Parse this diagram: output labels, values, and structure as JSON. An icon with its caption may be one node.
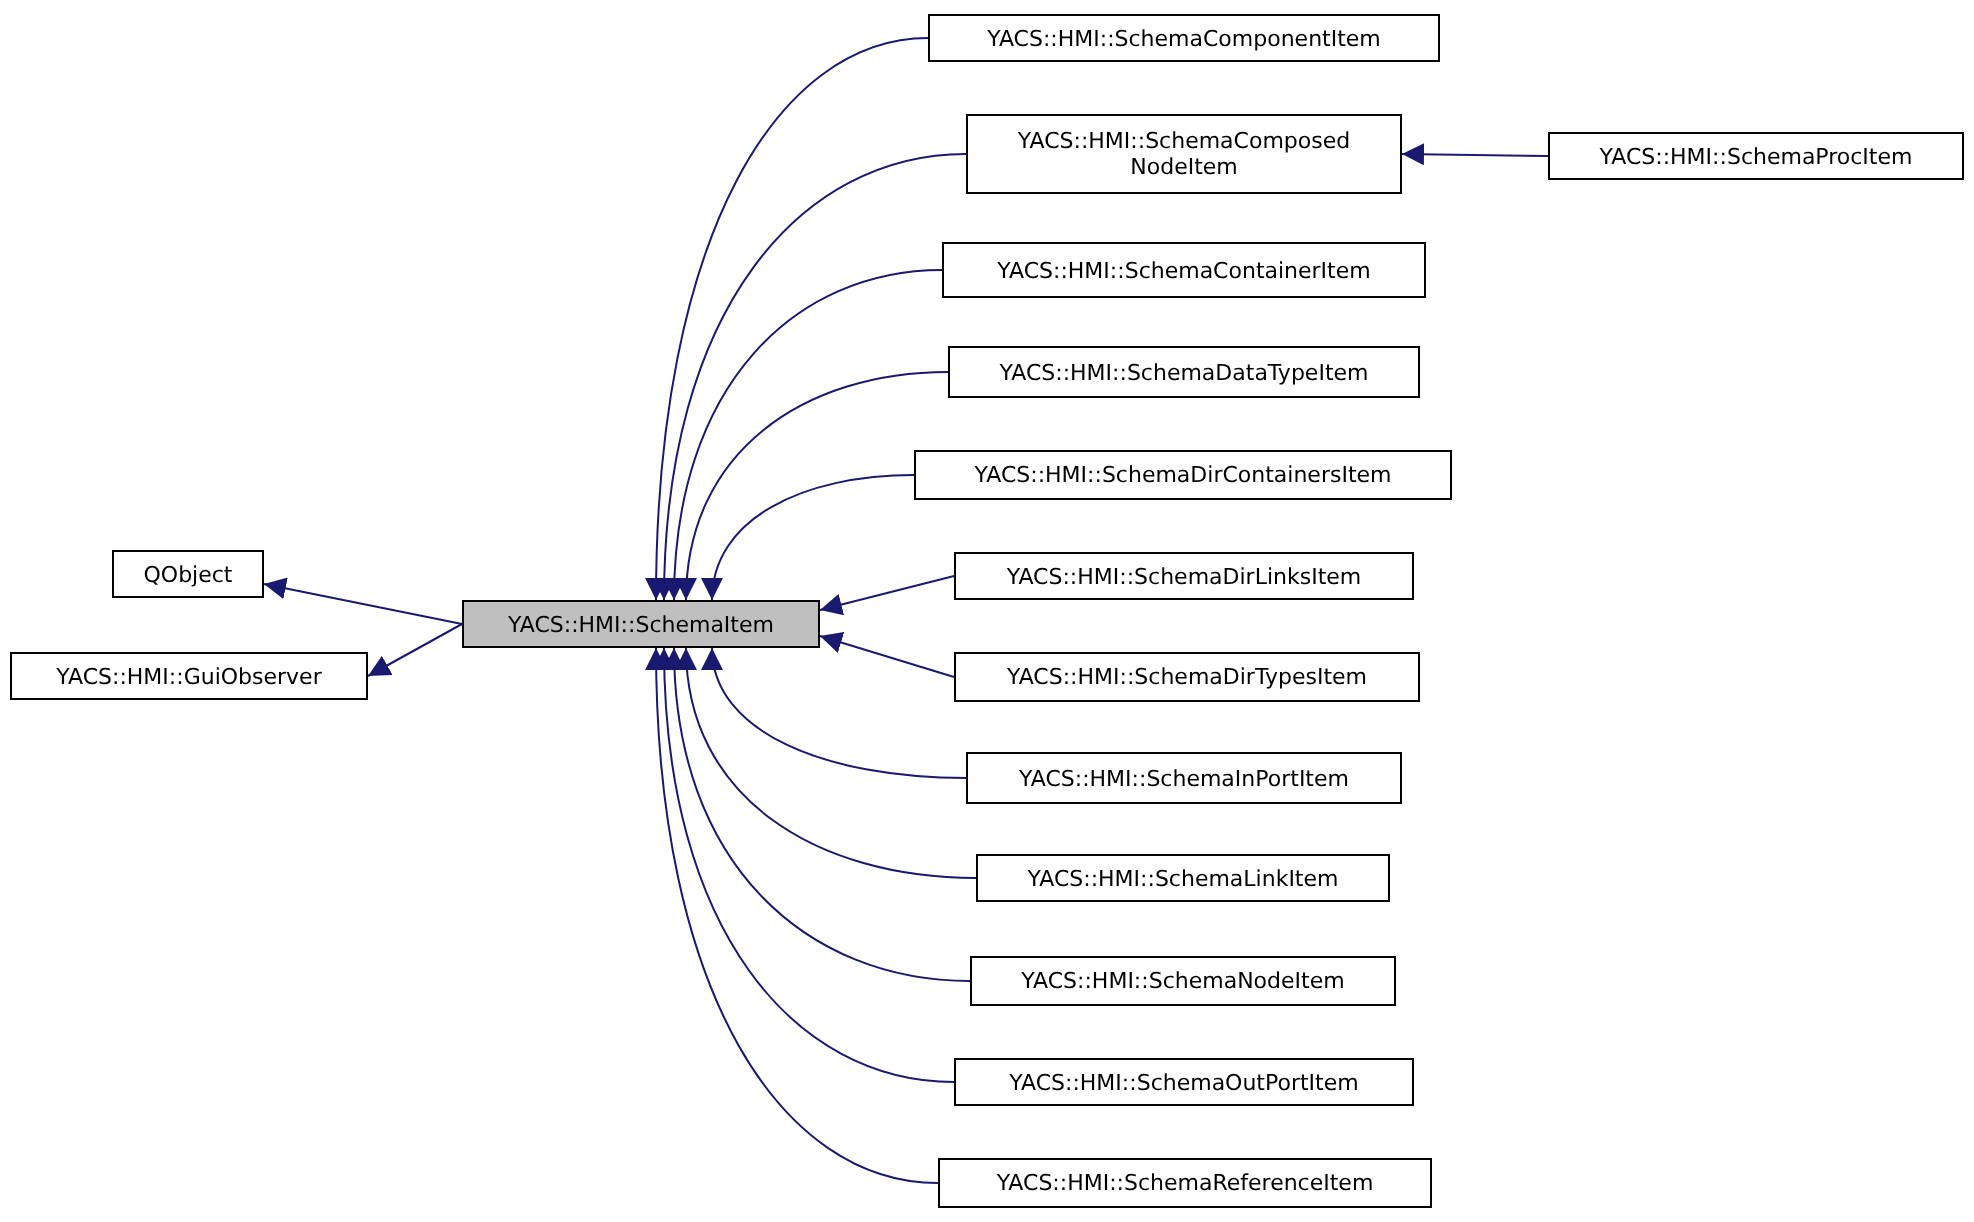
{
  "diagram": {
    "nodes": [
      {
        "text": [
          "QObject"
        ]
      },
      {
        "text": [
          "YACS::HMI::GuiObserver"
        ]
      },
      {
        "text": [
          "YACS::HMI::SchemaItem"
        ]
      },
      {
        "text": [
          "YACS::HMI::SchemaComponentItem"
        ]
      },
      {
        "text": [
          "YACS::HMI::SchemaComposed NodeItem"
        ]
      },
      {
        "text": [
          "YACS::HMI::SchemaProcItem"
        ]
      },
      {
        "text": [
          "YACS::HMI::SchemaContainerItem"
        ]
      },
      {
        "text": [
          "YACS::HMI::SchemaDataTypeItem"
        ]
      },
      {
        "text": [
          "YACS::HMI::SchemaDirContainersItem"
        ]
      },
      {
        "text": [
          "YACS::HMI::SchemaDirLinksItem"
        ]
      },
      {
        "text": [
          "YACS::HMI::SchemaDirTypesItem"
        ]
      },
      {
        "text": [
          "YACS::HMI::SchemaInPortItem"
        ]
      },
      {
        "text": [
          "YACS::HMI::SchemaLinkItem"
        ]
      },
      {
        "text": [
          "YACS::HMI::SchemaNodeItem"
        ]
      },
      {
        "text": [
          "YACS::HMI::SchemaOutPortItem"
        ]
      },
      {
        "text": [
          "YACS::HMI::SchemaReferenceItem"
        ]
      }
    ],
    "edges": [
      {
        "from": 2,
        "to": 0,
        "arrow": "to"
      },
      {
        "from": 2,
        "to": 1,
        "arrow": "to"
      },
      {
        "from": 3,
        "to": 2,
        "arrow": "to"
      },
      {
        "from": 4,
        "to": 2,
        "arrow": "to"
      },
      {
        "from": 5,
        "to": 4,
        "arrow": "to"
      },
      {
        "from": 6,
        "to": 2,
        "arrow": "to"
      },
      {
        "from": 7,
        "to": 2,
        "arrow": "to"
      },
      {
        "from": 8,
        "to": 2,
        "arrow": "to"
      },
      {
        "from": 9,
        "to": 2,
        "arrow": "to"
      },
      {
        "from": 10,
        "to": 2,
        "arrow": "to"
      },
      {
        "from": 11,
        "to": 2,
        "arrow": "to"
      },
      {
        "from": 12,
        "to": 2,
        "arrow": "to"
      },
      {
        "from": 13,
        "to": 2,
        "arrow": "to"
      },
      {
        "from": 14,
        "to": 2,
        "arrow": "to"
      },
      {
        "from": 15,
        "to": 2,
        "arrow": "to"
      }
    ]
  }
}
